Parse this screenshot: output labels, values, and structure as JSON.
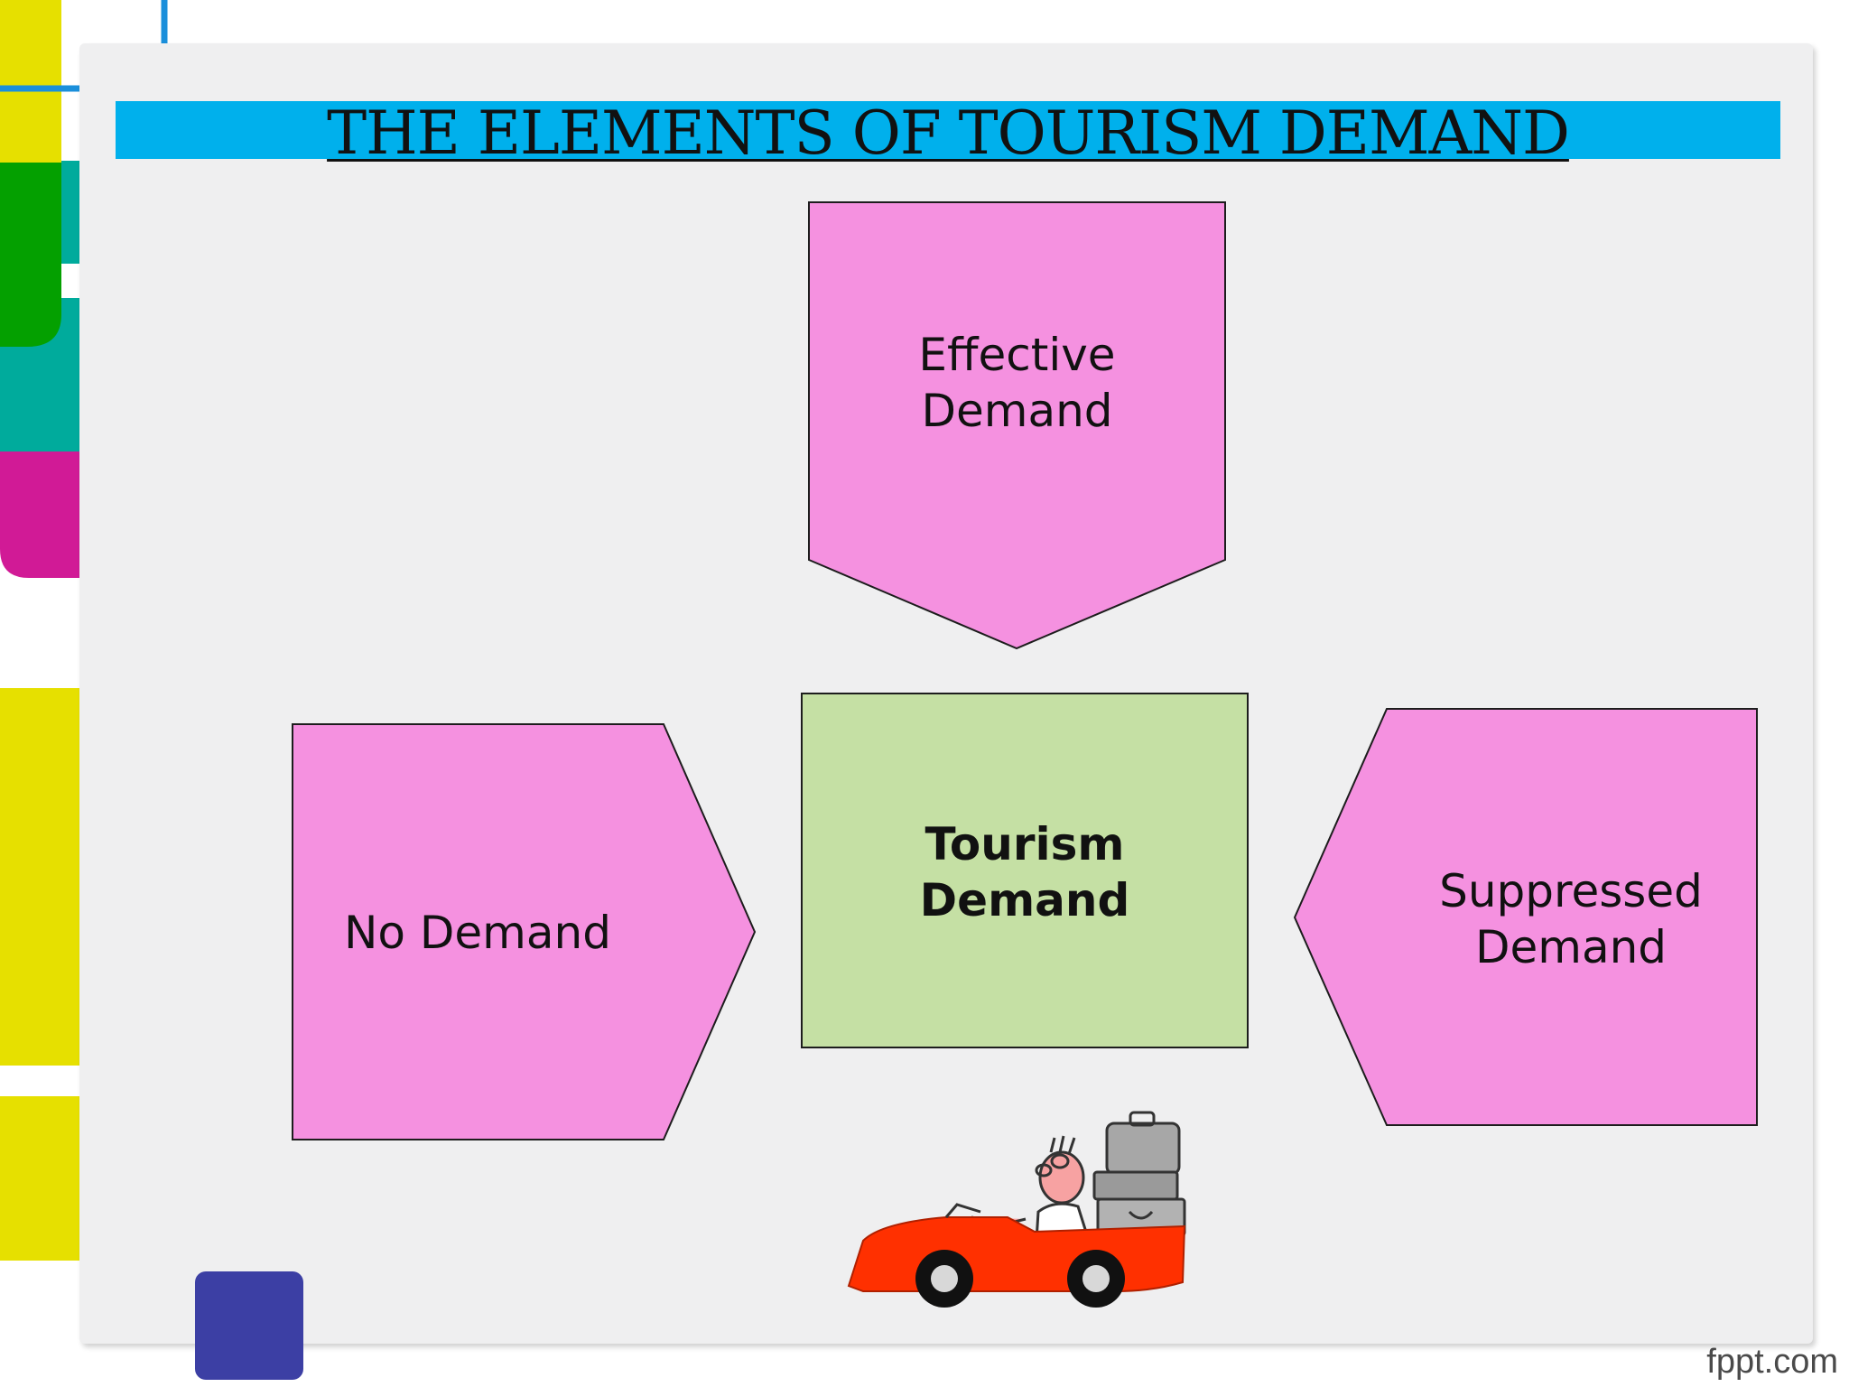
{
  "slide": {
    "title": "THE ELEMENTS OF TOURISM DEMAND",
    "footer_brand": "fppt.com"
  },
  "diagram": {
    "center": {
      "line1": "Tourism",
      "line2": "Demand",
      "fill": "#c5e0a4"
    },
    "top": {
      "line1": "Effective",
      "line2": "Demand",
      "fill": "#f591e0"
    },
    "left": {
      "line1": "No Demand",
      "fill": "#f591e0"
    },
    "right": {
      "line1": "Suppressed",
      "line2": "Demand",
      "fill": "#f591e0"
    }
  },
  "colors": {
    "title_bar": "#00b0ec",
    "accent_yellow": "#e6e000",
    "accent_green": "#04a000",
    "accent_teal": "#00ab9c",
    "accent_magenta": "#d11a96",
    "accent_blue": "#3c3fa4",
    "outline_blue": "#1a8fdb"
  },
  "illustration": {
    "icon": "car-traveler-icon"
  }
}
